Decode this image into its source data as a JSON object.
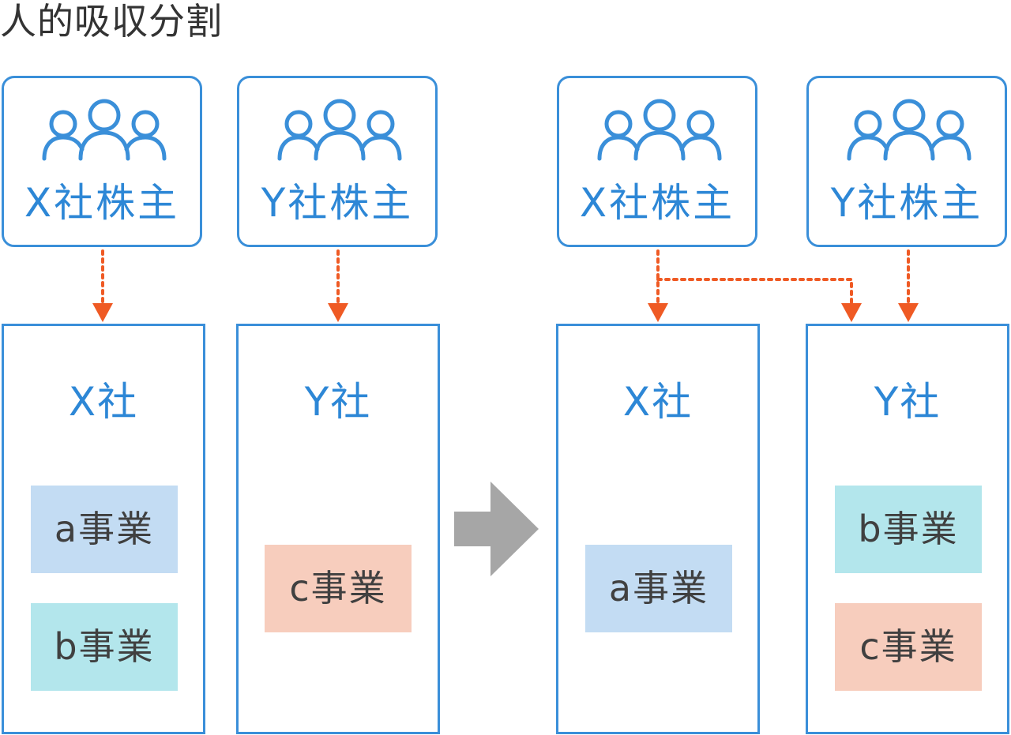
{
  "title": "人的吸収分割",
  "colors": {
    "frame": "#3a8fd9",
    "label": "#2d87d6",
    "arrow": "#ef5a24",
    "transition_arrow": "#a6a6a6",
    "business_a": "#c3dcf3",
    "business_b": "#b3e6ec",
    "business_c": "#f7cdbd"
  },
  "before": {
    "x_shareholders": {
      "label": "X社株主",
      "icon": "people-group-icon"
    },
    "y_shareholders": {
      "label": "Y社株主",
      "icon": "people-group-icon"
    },
    "x_company": {
      "label": "X社",
      "businesses": [
        "a事業",
        "b事業"
      ]
    },
    "y_company": {
      "label": "Y社",
      "businesses": [
        "c事業"
      ]
    }
  },
  "after": {
    "x_shareholders": {
      "label": "X社株主",
      "icon": "people-group-icon"
    },
    "y_shareholders": {
      "label": "Y社株主",
      "icon": "people-group-icon"
    },
    "x_company": {
      "label": "X社",
      "businesses": [
        "a事業"
      ]
    },
    "y_company": {
      "label": "Y社",
      "businesses": [
        "b事業",
        "c事業"
      ]
    }
  }
}
